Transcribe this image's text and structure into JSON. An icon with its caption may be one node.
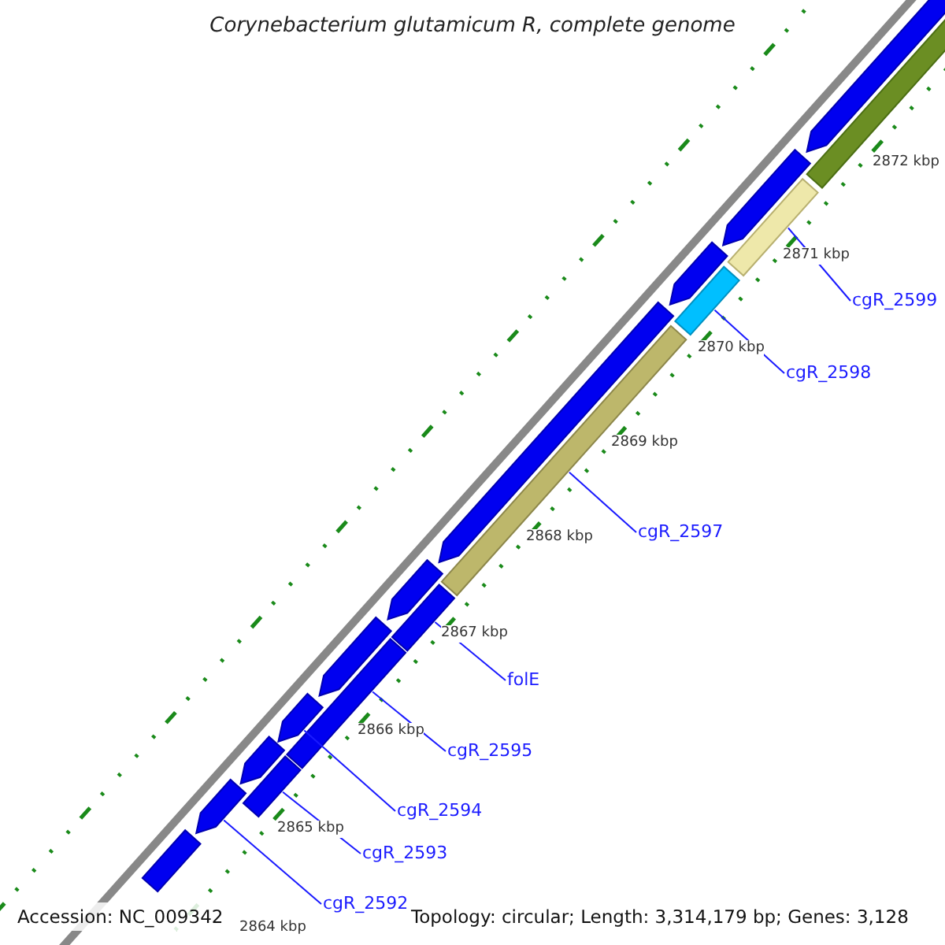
{
  "diagram": {
    "title": "Corynebacterium glutamicum R, complete genome",
    "nodes": [
      {
        "text": [
          "cgR_2599"
        ]
      },
      {
        "text": [
          "cgR_2598"
        ]
      },
      {
        "text": [
          "cgR_2597"
        ]
      },
      {
        "text": [
          "folE"
        ]
      },
      {
        "text": [
          "cgR_2595"
        ]
      },
      {
        "text": [
          "cgR_2594"
        ]
      },
      {
        "text": [
          "cgR_2593"
        ]
      },
      {
        "text": [
          "cgR_2592"
        ]
      },
      {
        "text": [],
        "shape": "bar"
      },
      {
        "text": [],
        "shape": "arrow"
      },
      {
        "text": [],
        "shape": "arrow"
      },
      {
        "text": [],
        "shape": "arrow"
      },
      {
        "text": [],
        "shape": "arrow"
      },
      {
        "text": [],
        "shape": "arrow"
      },
      {
        "text": [],
        "shape": "arrow"
      },
      {
        "text": [],
        "shape": "arrow"
      },
      {
        "text": [],
        "shape": "arrow"
      },
      {
        "text": [],
        "shape": "arrow"
      },
      {
        "text": [],
        "shape": "bar"
      },
      {
        "text": [],
        "shape": "bar"
      },
      {
        "text": [],
        "shape": "bar"
      },
      {
        "text": [],
        "shape": "bar"
      },
      {
        "text": [],
        "shape": "bar"
      },
      {
        "text": [],
        "shape": "bar"
      },
      {
        "text": [],
        "shape": "bar"
      }
    ],
    "edges": [
      {
        "from": 0,
        "to": 23,
        "arrow": "none"
      },
      {
        "from": 1,
        "to": 22,
        "arrow": "none"
      },
      {
        "from": 2,
        "to": 21,
        "arrow": "none"
      },
      {
        "from": 3,
        "to": 20,
        "arrow": "none"
      },
      {
        "from": 4,
        "to": 19,
        "arrow": "none"
      },
      {
        "from": 5,
        "to": 11,
        "arrow": "none"
      },
      {
        "from": 6,
        "to": 18,
        "arrow": "none"
      },
      {
        "from": 7,
        "to": 9,
        "arrow": "none"
      }
    ],
    "labels": [
      "2872 kbp",
      "2871 kbp",
      "2870 kbp",
      "2869 kbp",
      "2868 kbp",
      "2867 kbp",
      "2866 kbp",
      "2865 kbp",
      "2864 kbp",
      "Accession: NC_009342",
      "Topology: circular; Length: 3,314,179 bp; Genes: 3,128"
    ]
  }
}
